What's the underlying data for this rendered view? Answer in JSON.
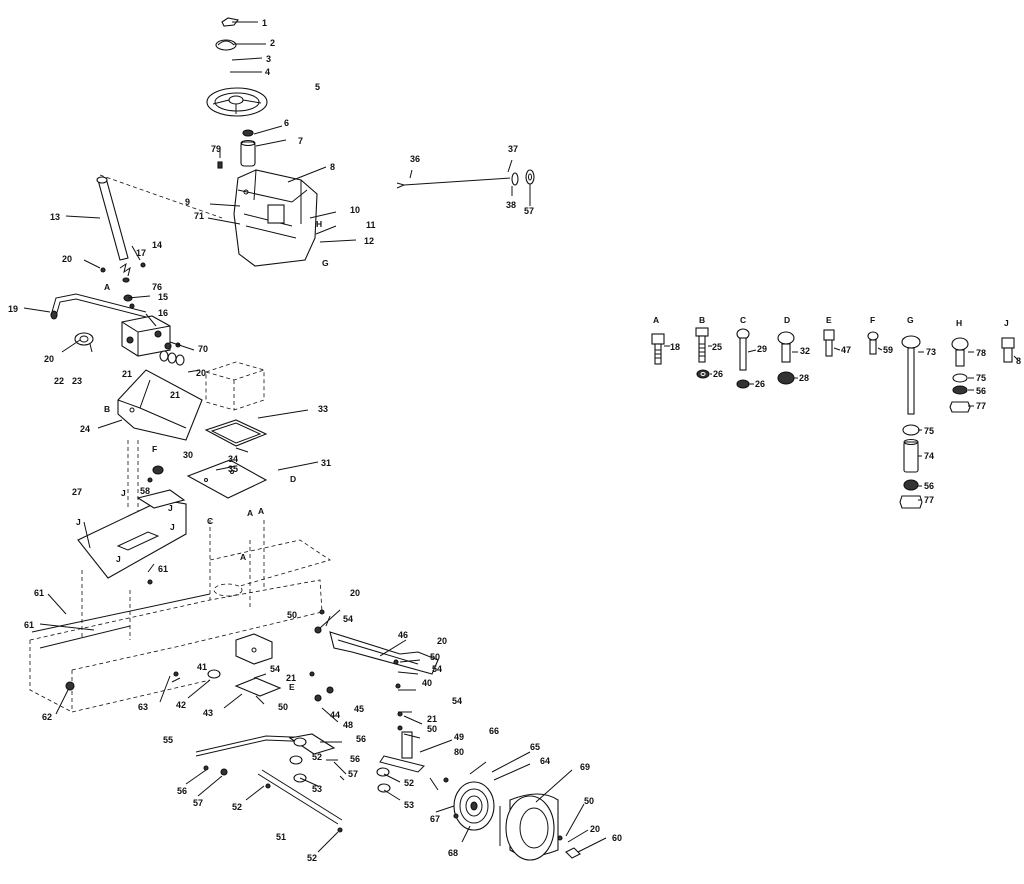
{
  "callouts": [
    {
      "id": "c1",
      "text": "1"
    },
    {
      "id": "c2",
      "text": "2"
    },
    {
      "id": "c3",
      "text": "3"
    },
    {
      "id": "c4",
      "text": "4"
    },
    {
      "id": "c5",
      "text": "5"
    },
    {
      "id": "c6",
      "text": "6"
    },
    {
      "id": "c7",
      "text": "7"
    },
    {
      "id": "c8",
      "text": "8"
    },
    {
      "id": "c9",
      "text": "9"
    },
    {
      "id": "c10",
      "text": "10"
    },
    {
      "id": "c11",
      "text": "11"
    },
    {
      "id": "c12",
      "text": "12"
    },
    {
      "id": "c13",
      "text": "13"
    },
    {
      "id": "c14",
      "text": "14"
    },
    {
      "id": "c15",
      "text": "15"
    },
    {
      "id": "c16",
      "text": "16"
    },
    {
      "id": "c17",
      "text": "17"
    },
    {
      "id": "c19",
      "text": "19"
    },
    {
      "id": "c20a",
      "text": "20"
    },
    {
      "id": "c20b",
      "text": "20"
    },
    {
      "id": "c20c",
      "text": "20"
    },
    {
      "id": "c20d",
      "text": "20"
    },
    {
      "id": "c20e",
      "text": "20"
    },
    {
      "id": "c20f",
      "text": "20"
    },
    {
      "id": "c21a",
      "text": "21"
    },
    {
      "id": "c21b",
      "text": "21"
    },
    {
      "id": "c21c",
      "text": "21"
    },
    {
      "id": "c21d",
      "text": "21"
    },
    {
      "id": "c22",
      "text": "22"
    },
    {
      "id": "c23",
      "text": "23"
    },
    {
      "id": "c24",
      "text": "24"
    },
    {
      "id": "c27",
      "text": "27"
    },
    {
      "id": "c30",
      "text": "30"
    },
    {
      "id": "c31",
      "text": "31"
    },
    {
      "id": "c33",
      "text": "33"
    },
    {
      "id": "c34",
      "text": "34"
    },
    {
      "id": "c35",
      "text": "35"
    },
    {
      "id": "c36",
      "text": "36"
    },
    {
      "id": "c37",
      "text": "37"
    },
    {
      "id": "c38",
      "text": "38"
    },
    {
      "id": "c40",
      "text": "40"
    },
    {
      "id": "c41",
      "text": "41"
    },
    {
      "id": "c42",
      "text": "42"
    },
    {
      "id": "c43",
      "text": "43"
    },
    {
      "id": "c44",
      "text": "44"
    },
    {
      "id": "c45",
      "text": "45"
    },
    {
      "id": "c46",
      "text": "46"
    },
    {
      "id": "c48",
      "text": "48"
    },
    {
      "id": "c49",
      "text": "49"
    },
    {
      "id": "c50a",
      "text": "50"
    },
    {
      "id": "c50b",
      "text": "50"
    },
    {
      "id": "c50c",
      "text": "50"
    },
    {
      "id": "c50d",
      "text": "50"
    },
    {
      "id": "c50e",
      "text": "50"
    },
    {
      "id": "c51",
      "text": "51"
    },
    {
      "id": "c52a",
      "text": "52"
    },
    {
      "id": "c52b",
      "text": "52"
    },
    {
      "id": "c52c",
      "text": "52"
    },
    {
      "id": "c52d",
      "text": "52"
    },
    {
      "id": "c53a",
      "text": "53"
    },
    {
      "id": "c53b",
      "text": "53"
    },
    {
      "id": "c54a",
      "text": "54"
    },
    {
      "id": "c54b",
      "text": "54"
    },
    {
      "id": "c54c",
      "text": "54"
    },
    {
      "id": "c54d",
      "text": "54"
    },
    {
      "id": "c55",
      "text": "55"
    },
    {
      "id": "c56a",
      "text": "56"
    },
    {
      "id": "c56b",
      "text": "56"
    },
    {
      "id": "c56c",
      "text": "56"
    },
    {
      "id": "c57a",
      "text": "57"
    },
    {
      "id": "c57b",
      "text": "57"
    },
    {
      "id": "c57c",
      "text": "57"
    },
    {
      "id": "c58",
      "text": "58"
    },
    {
      "id": "c60",
      "text": "60"
    },
    {
      "id": "c61a",
      "text": "61"
    },
    {
      "id": "c61b",
      "text": "61"
    },
    {
      "id": "c61c",
      "text": "61"
    },
    {
      "id": "c62",
      "text": "62"
    },
    {
      "id": "c63",
      "text": "63"
    },
    {
      "id": "c64",
      "text": "64"
    },
    {
      "id": "c65",
      "text": "65"
    },
    {
      "id": "c66",
      "text": "66"
    },
    {
      "id": "c67",
      "text": "67"
    },
    {
      "id": "c68",
      "text": "68"
    },
    {
      "id": "c69",
      "text": "69"
    },
    {
      "id": "c70",
      "text": "70"
    },
    {
      "id": "c71",
      "text": "71"
    },
    {
      "id": "c76",
      "text": "76"
    },
    {
      "id": "c79",
      "text": "79"
    },
    {
      "id": "c80",
      "text": "80"
    }
  ],
  "letters": [
    {
      "id": "lA1",
      "text": "A"
    },
    {
      "id": "lA2",
      "text": "A"
    },
    {
      "id": "lA3",
      "text": "A"
    },
    {
      "id": "lA4",
      "text": "A"
    },
    {
      "id": "lB",
      "text": "B"
    },
    {
      "id": "lC",
      "text": "C"
    },
    {
      "id": "lD",
      "text": "D"
    },
    {
      "id": "lE",
      "text": "E"
    },
    {
      "id": "lF",
      "text": "F"
    },
    {
      "id": "lG",
      "text": "G"
    },
    {
      "id": "lH",
      "text": "H"
    },
    {
      "id": "lJ1",
      "text": "J"
    },
    {
      "id": "lJ2",
      "text": "J"
    },
    {
      "id": "lJ3",
      "text": "J"
    },
    {
      "id": "lJ4",
      "text": "J"
    },
    {
      "id": "lJ5",
      "text": "J"
    }
  ],
  "hardware_key": [
    {
      "letter": "A",
      "part": "18",
      "extras": []
    },
    {
      "letter": "B",
      "part": "25",
      "extras": [
        "26"
      ]
    },
    {
      "letter": "C",
      "part": "29",
      "extras": [
        "26"
      ]
    },
    {
      "letter": "D",
      "part": "32",
      "extras": [
        "28"
      ]
    },
    {
      "letter": "E",
      "part": "47",
      "extras": []
    },
    {
      "letter": "F",
      "part": "59",
      "extras": []
    },
    {
      "letter": "G",
      "part": "73",
      "extras": [
        "75",
        "74",
        "56",
        "77"
      ]
    },
    {
      "letter": "H",
      "part": "78",
      "extras": [
        "75",
        "56",
        "77"
      ]
    },
    {
      "letter": "J",
      "part": "8",
      "extras": []
    }
  ]
}
